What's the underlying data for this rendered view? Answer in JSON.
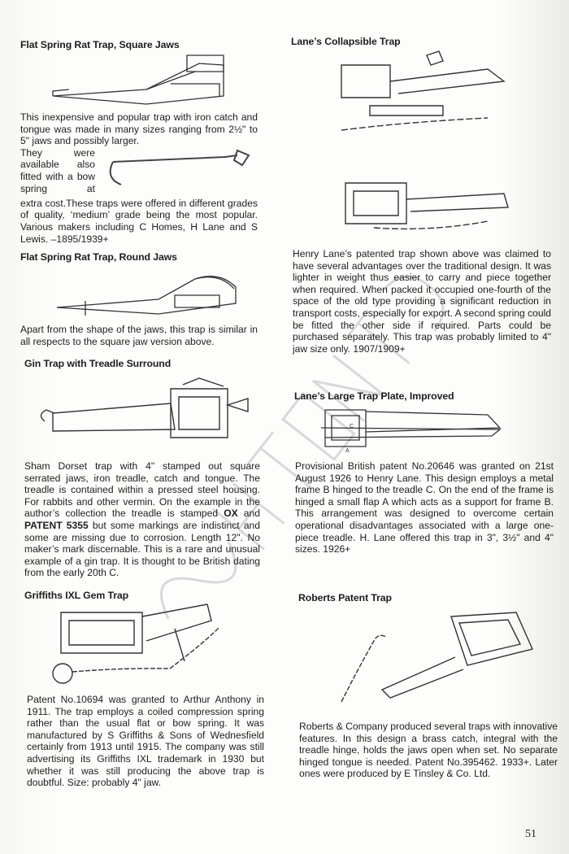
{
  "page_number": "51",
  "left_column": {
    "sections": [
      {
        "title": "Flat Spring Rat Trap, Square Jaws",
        "text_intro": "This inexpensive and popular trap with iron catch and tongue was made in many sizes ranging from 2½\" to 5\" jaws and possibly larger.",
        "text_float": "They were available also fitted with a bow spring at",
        "text_rest": "extra cost.These traps were offered in different grades of quality, ‘medium’ grade being the most popular. Various makers including C Homes, H Lane and S Lewis. –1895/1939+"
      },
      {
        "title": "Flat Spring Rat Trap, Round Jaws",
        "text": "Apart from the shape of the jaws, this trap is similar in all respects to the square jaw version above."
      },
      {
        "title": "Gin Trap with Treadle Surround",
        "text_a": "Sham Dorset trap with 4\" stamped out square serrated jaws, iron treadle, catch and tongue. The treadle is contained within a pressed steel housing. For rabbits and other vermin. On the example in the author’s collection the treadle is stamped ",
        "bold_1": "OX",
        "text_b": " and ",
        "bold_2": "PATENT 5355",
        "text_c": " but some markings are indistinct and some are missing due to corrosion. Length 12\". No maker’s mark discernable. This is a rare and unusual example of a gin trap. It is thought to be British dating from the early 20th C."
      },
      {
        "title": "Griffiths IXL Gem Trap",
        "text": "Patent No.10694 was granted to Arthur Anthony in 1911. The trap employs a coiled compression spring rather than the usual flat or bow spring. It was manufactured by S Griffiths & Sons of Wednesfield certainly from 1913 until 1915. The company was still advertising its Griffiths IXL trademark in 1930 but whether it was still producing the above trap is doubtful. Size: probably 4\" jaw."
      }
    ]
  },
  "right_column": {
    "sections": [
      {
        "title": "Lane’s Collapsible Trap",
        "text": "Henry Lane’s patented trap shown above was claimed to have several advantages over the traditional design. It was lighter in weight thus easier to carry and piece together when required. When packed it occupied one-fourth of the space of the old type providing a significant reduction in transport costs, especially for export. A second spring could be fitted the other side if required. Parts could be purchased separately. This trap was probably limited to 4\" jaw size only. 1907/1909+"
      },
      {
        "title": "Lane’s Large Trap Plate, Improved",
        "text": "Provisional British patent No.20646 was granted on 21st August 1926 to Henry Lane. This design employs a metal frame B hinged to the treadle C. On the end of the frame is hinged a small flap A which acts as a support for frame B. This arrangement was designed to overcome certain operational disadvantages associated with a large one-piece treadle. H. Lane offered this trap in 3\", 3½\" and 4\" sizes. 1926+",
        "labels": [
          "C",
          "A"
        ]
      },
      {
        "title": "Roberts Patent Trap",
        "text": "Roberts & Company produced several traps with innovative features. In this design a brass catch, integral with the treadle hinge, holds the jaws open when set. No separate hinged tongue is needed. Patent No.395462.   1933+.   Later ones were produced by E Tinsley & Co. Ltd."
      }
    ]
  }
}
